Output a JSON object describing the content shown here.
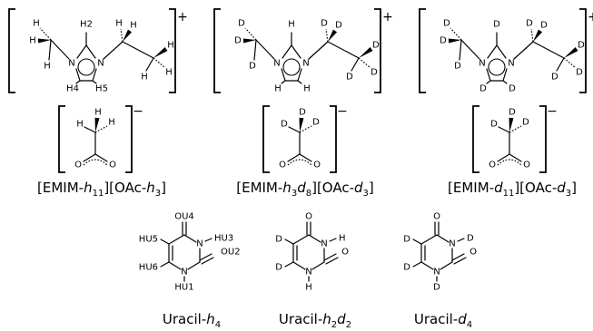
{
  "cations": [
    {
      "label": "[EMIM-h11]",
      "h2": "H2",
      "h4": "H4",
      "h5": "H5",
      "n": "N",
      "h": "H",
      "charge": "+"
    },
    {
      "label": "[EMIM-h3d8]",
      "h2": "H",
      "h4": "H",
      "h5": "H",
      "n": "N",
      "h": "D",
      "charge": "+"
    },
    {
      "label": "[EMIM-d11]",
      "h2": "D",
      "h4": "D",
      "h5": "D",
      "n": "N",
      "h": "D",
      "charge": "+"
    }
  ],
  "anions": [
    {
      "h": "H",
      "o": "O",
      "charge": "−"
    },
    {
      "h": "D",
      "o": "O",
      "charge": "−"
    },
    {
      "h": "D",
      "o": "O",
      "charge": "−"
    }
  ],
  "captions": {
    "c1": {
      "a": "[EMIM-",
      "b": "h",
      "c": "11",
      "d": "][OAc-",
      "e": "h",
      "f": "3",
      "g": "]"
    },
    "c2": {
      "a": "[EMIM-",
      "b": "h",
      "c": "3",
      "d": "d",
      "e": "8",
      "f": "][OAc-",
      "g": "d",
      "h": "3",
      "i": "]"
    },
    "c3": {
      "a": "[EMIM-",
      "b": "d",
      "c": "11",
      "d": "][OAc-",
      "e": "d",
      "f": "3",
      "g": "]"
    },
    "u1": {
      "a": "Uracil-",
      "b": "h",
      "c": "4"
    },
    "u2": {
      "a": "Uracil-",
      "b": "h",
      "c": "2",
      "d": "d",
      "e": "2"
    },
    "u3": {
      "a": "Uracil-",
      "b": "d",
      "c": "4"
    }
  },
  "uracils": [
    {
      "o4": "OU4",
      "o2": "OU2",
      "h5": "HU5",
      "h6": "HU6",
      "h3": "HU3",
      "h1": "HU1",
      "n": "N"
    },
    {
      "o4": "O",
      "o2": "O",
      "h5": "D",
      "h6": "D",
      "h3": "H",
      "h1": "H",
      "n": "N"
    },
    {
      "o4": "O",
      "o2": "O",
      "h5": "D",
      "h6": "D",
      "h3": "D",
      "h1": "D",
      "n": "N"
    }
  ]
}
